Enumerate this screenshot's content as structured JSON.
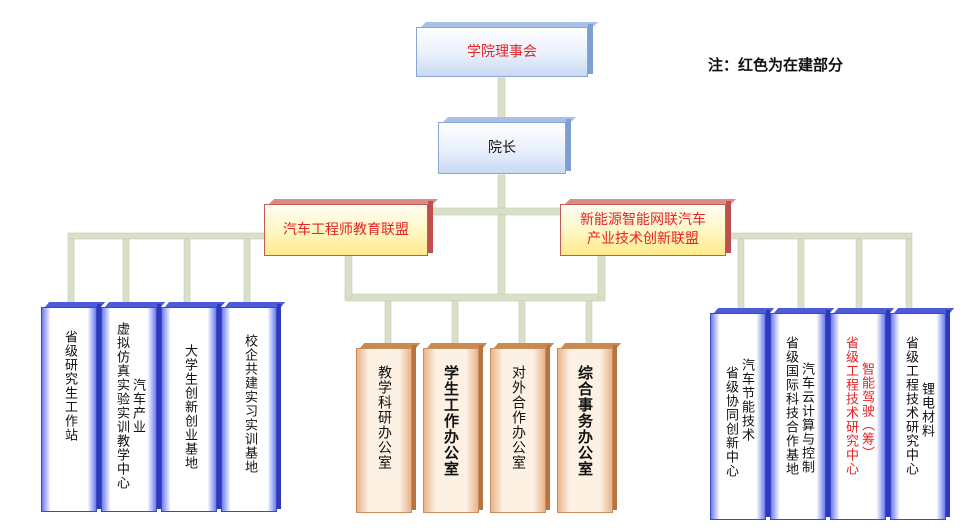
{
  "note": "注：红色为在建部分",
  "colors": {
    "in_construction": "#e52424",
    "connector": "#d9e0c8"
  },
  "council": {
    "label": "学院理事会"
  },
  "dean": {
    "label": "院长"
  },
  "alliance_left": {
    "label": "汽车工程师教育联盟"
  },
  "alliance_right": {
    "line1": "新能源智能网联汽车",
    "line2": "产业技术创新联盟"
  },
  "left_units": [
    {
      "lines": [
        "省级研究生工作站"
      ]
    },
    {
      "lines": [
        "虚拟仿真实验实训教学中心",
        "汽车产业"
      ]
    },
    {
      "lines": [
        "大学生创新创业基地"
      ]
    },
    {
      "lines": [
        "校企共建实习实训基地"
      ]
    }
  ],
  "offices": [
    {
      "lines": [
        "教学科研办公室"
      ]
    },
    {
      "lines": [
        "学生工作办公室"
      ]
    },
    {
      "lines": [
        "对外合作办公室"
      ]
    },
    {
      "lines": [
        "综合事务办公室"
      ]
    }
  ],
  "right_units": [
    {
      "lines": [
        "省级协同创新中心",
        "汽车节能技术"
      ]
    },
    {
      "lines": [
        "省级国际科技合作基地",
        "汽车云计算与控制"
      ]
    },
    {
      "lines": [
        "省级工程技术研究中心",
        "智能驾驶（筹）"
      ]
    },
    {
      "lines": [
        "省级工程技术研究中心",
        "锂电材料"
      ]
    }
  ]
}
